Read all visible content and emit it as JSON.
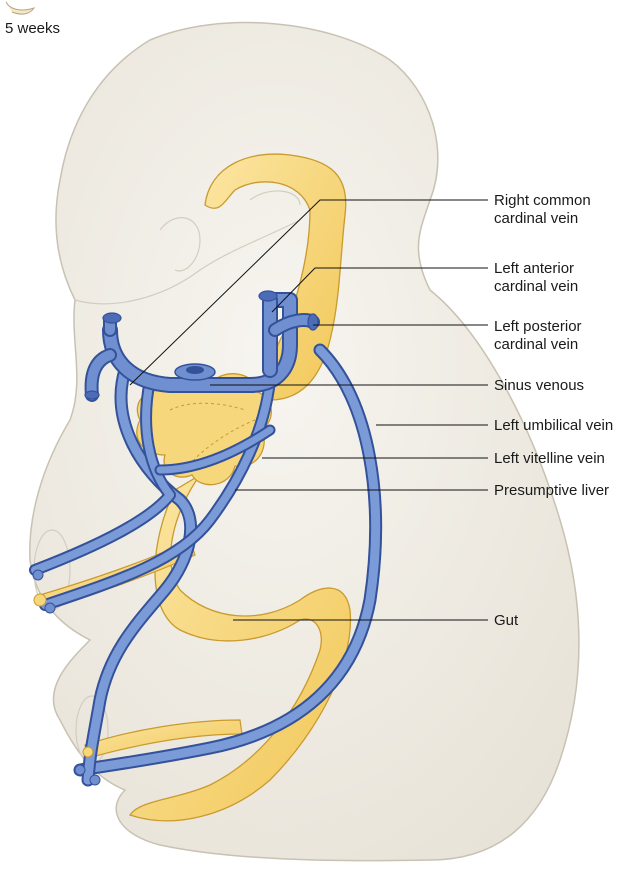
{
  "figure": {
    "age_label": "5 weeks",
    "colors": {
      "embryo_fill": "#f1ede4",
      "embryo_outline": "#c9c2b3",
      "vein_fill": "#6f8fd0",
      "vein_stroke": "#34529a",
      "gut_fill": "#f7d77c",
      "gut_stroke": "#c99a2e",
      "leader_line": "#111111"
    },
    "labels": [
      {
        "id": "right-common-cardinal-vein",
        "lines": [
          "Right common",
          "cardinal vein"
        ]
      },
      {
        "id": "left-anterior-cardinal-vein",
        "lines": [
          "Left anterior",
          "cardinal vein"
        ]
      },
      {
        "id": "left-posterior-cardinal-vein",
        "lines": [
          "Left posterior",
          "cardinal vein"
        ]
      },
      {
        "id": "sinus-venous",
        "lines": [
          "Sinus venous"
        ]
      },
      {
        "id": "left-umbilical-vein",
        "lines": [
          "Left umbilical vein"
        ]
      },
      {
        "id": "left-vitelline-vein",
        "lines": [
          "Left vitelline vein"
        ]
      },
      {
        "id": "presumptive-liver",
        "lines": [
          "Presumptive liver"
        ]
      },
      {
        "id": "gut",
        "lines": [
          "Gut"
        ]
      }
    ]
  }
}
